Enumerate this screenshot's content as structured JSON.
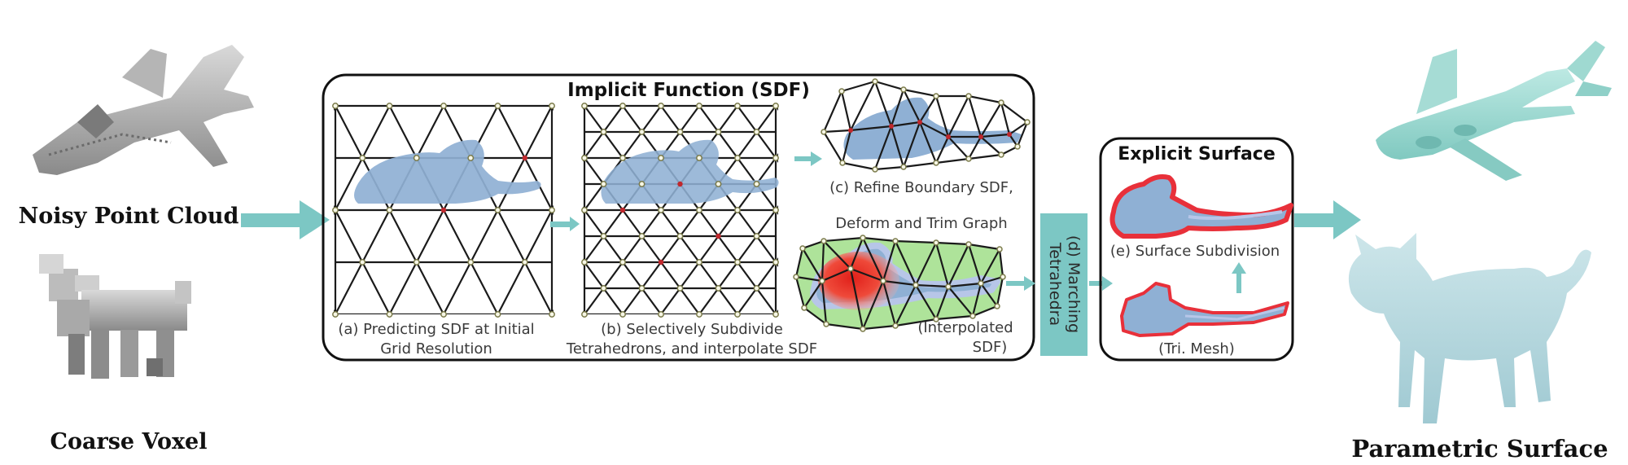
{
  "inputs": {
    "point_cloud_label": "Noisy Point Cloud",
    "voxel_label": "Coarse Voxel"
  },
  "output": {
    "label": "Parametric Surface"
  },
  "implicit_panel": {
    "title": "Implicit Function (SDF)",
    "step_a": [
      "(a) Predicting SDF at Initial",
      "Grid Resolution"
    ],
    "step_b": [
      "(b) Selectively Subdivide",
      "Tetrahedrons, and interpolate SDF"
    ],
    "step_c": [
      "(c) Refine Boundary SDF,",
      "Deform and Trim Graph"
    ],
    "interp": [
      "(Interpolated",
      "SDF)"
    ]
  },
  "marching": {
    "label_lines": [
      "(d) Marching",
      "Tetrahedra"
    ]
  },
  "explicit_panel": {
    "title": "Explicit Surface",
    "step_e": "(e) Surface Subdivision",
    "tri_mesh": "(Tri. Mesh)"
  },
  "colors": {
    "arrow": "#7cc7c4",
    "shape_fill": "#8fb0d4",
    "mesh_output": "#9ad8d0",
    "boundary_red": "#e8303a",
    "green_region": "#aee39a"
  }
}
